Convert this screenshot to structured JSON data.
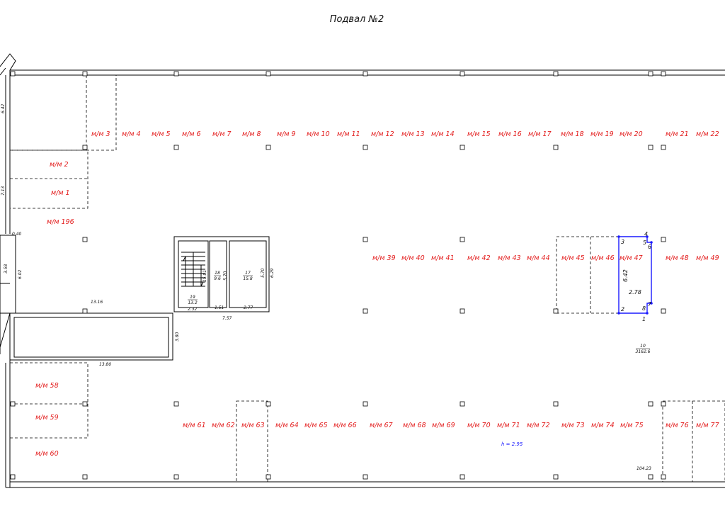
{
  "title": "Подвал №2",
  "spots_top": [
    "м/м 3",
    "м/м 4",
    "м/м 5",
    "м/м 6",
    "м/м 7",
    "м/м 8",
    "м/м 9",
    "м/м 10",
    "м/м 11",
    "м/м 12",
    "м/м 13",
    "м/м 14",
    "м/м 15",
    "м/м 16",
    "м/м 17",
    "м/м 18",
    "м/м 19",
    "м/м 20",
    "м/м 21",
    "м/м 22"
  ],
  "spots_left": [
    "м/м 2",
    "м/м 1",
    "м/м 196"
  ],
  "spots_mid": [
    "м/м 39",
    "м/м 40",
    "м/м 41",
    "м/м 42",
    "м/м 43",
    "м/м 44",
    "м/м 45",
    "м/м 46",
    "м/м 47",
    "м/м 48",
    "м/м 49"
  ],
  "spots_left_bottom": [
    "м/м 58",
    "м/м 59",
    "м/м 60"
  ],
  "spots_bottom": [
    "м/м 61",
    "м/м 62",
    "м/м 63",
    "м/м 64",
    "м/м 65",
    "м/м 66",
    "м/м 67",
    "м/м 68",
    "м/м 69",
    "м/м 70",
    "м/м 71",
    "м/м 72",
    "м/м 73",
    "м/м 74",
    "м/м 75",
    "м/м 76",
    "м/м 77"
  ],
  "dims": {
    "d642_left": "6.42",
    "d713": "7.13",
    "d040": "0.40",
    "d358": "3.58",
    "d602": "6.02",
    "d1316": "13.16",
    "d380": "3.80",
    "d1380": "13.80",
    "d1501": "15.01",
    "d757": "7.57",
    "d629": "6.29",
    "d570a": "5.70",
    "d570b": "5.70",
    "d232": "2.32",
    "d151": "1.51",
    "d277": "2.77",
    "d642_blue": "6.42",
    "d278": "2.78",
    "d10423": "104.23"
  },
  "rooms": {
    "r17_num": "17",
    "r17_area": "15.8",
    "r18_num": "18",
    "r18_area": "9.6",
    "r19_num": "19",
    "r19_area": "13.2",
    "r10_num": "10",
    "r10_area": "3162.6"
  },
  "points": [
    "1",
    "2",
    "3",
    "4",
    "5",
    "6",
    "7",
    "8"
  ],
  "height_note": "h = 2.95",
  "colors": {
    "label": "#e31b1b",
    "highlight": "#1a1aff",
    "lines": "#000000"
  }
}
